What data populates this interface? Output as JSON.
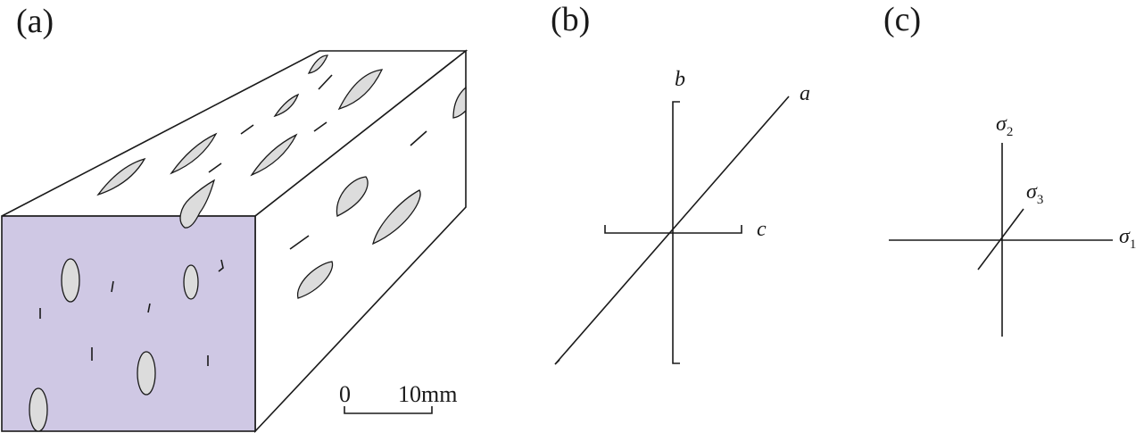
{
  "panels": {
    "a": {
      "label": "(a)",
      "front_face_color": "#cfc8e4",
      "scale_bar": {
        "start": "0",
        "end": "10mm"
      }
    },
    "b": {
      "label": "(b)",
      "axes": {
        "a": "a",
        "b": "b",
        "c": "c"
      }
    },
    "c": {
      "label": "(c)",
      "axes": {
        "s1": {
          "symbol": "σ",
          "sub": "1"
        },
        "s2": {
          "symbol": "σ",
          "sub": "2"
        },
        "s3": {
          "symbol": "σ",
          "sub": "3"
        }
      }
    }
  },
  "colors": {
    "clast_fill": "#dcdcdc",
    "line": "#1a1a1a"
  }
}
